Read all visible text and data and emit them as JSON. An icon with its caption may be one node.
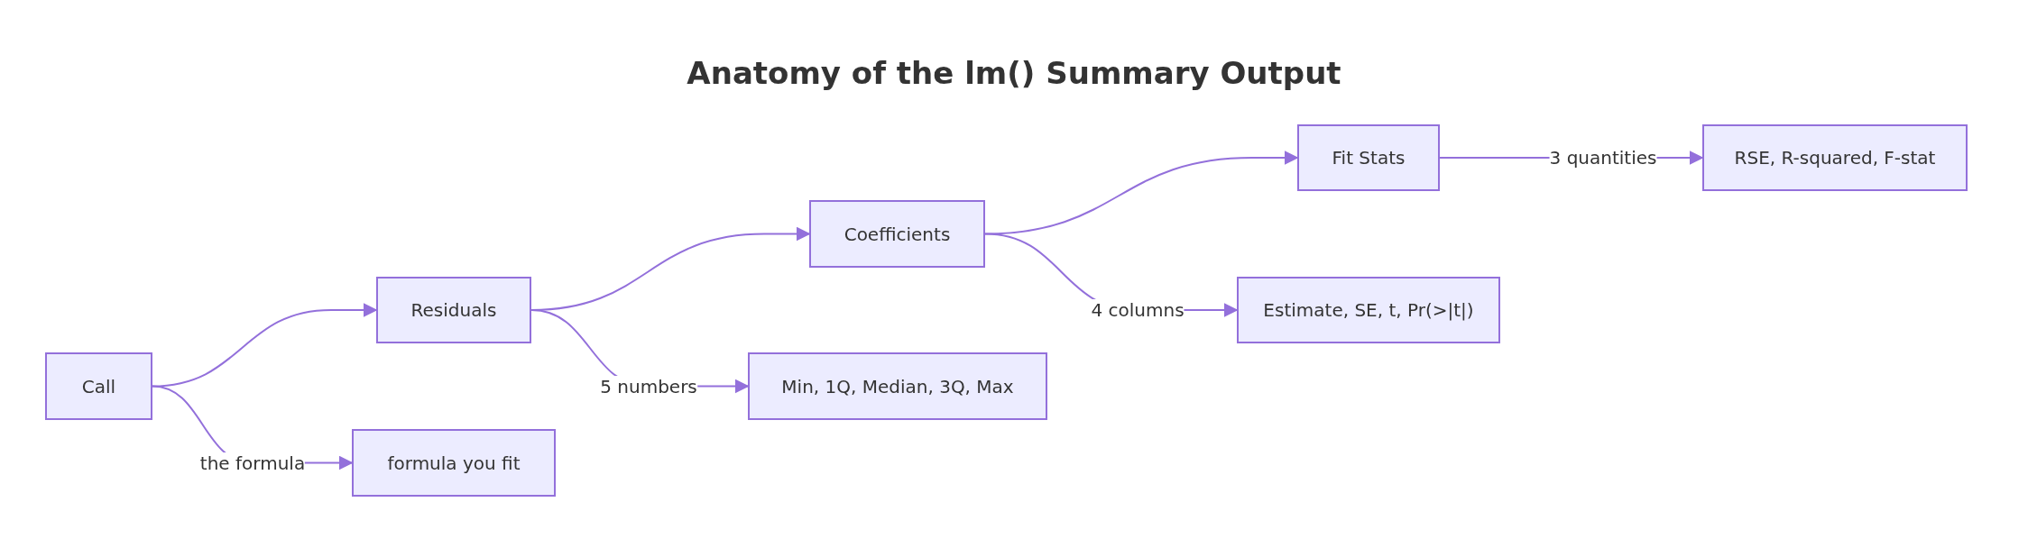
{
  "diagram": {
    "title": "Anatomy of the lm() Summary Output",
    "nodes": [
      {
        "text": [
          "Call"
        ]
      },
      {
        "text": [
          "Residuals"
        ]
      },
      {
        "text": [
          "formula you fit"
        ]
      },
      {
        "text": [
          "Coefficients"
        ]
      },
      {
        "text": [
          "Min, 1Q, Median, 3Q, Max"
        ]
      },
      {
        "text": [
          "Fit Stats"
        ]
      },
      {
        "text": [
          "Estimate, SE, t, Pr(>|t|)"
        ]
      },
      {
        "text": [
          "RSE, R-squared, F-stat"
        ]
      }
    ],
    "edges": [
      {
        "from": 0,
        "to": 1,
        "arrow": "to"
      },
      {
        "from": 0,
        "to": 2,
        "arrow": "to",
        "label": "the formula"
      },
      {
        "from": 1,
        "to": 3,
        "arrow": "to"
      },
      {
        "from": 1,
        "to": 4,
        "arrow": "to",
        "label": "5 numbers"
      },
      {
        "from": 3,
        "to": 5,
        "arrow": "to"
      },
      {
        "from": 3,
        "to": 6,
        "arrow": "to",
        "label": "4 columns"
      },
      {
        "from": 5,
        "to": 7,
        "arrow": "to",
        "label": "3 quantities"
      }
    ]
  }
}
